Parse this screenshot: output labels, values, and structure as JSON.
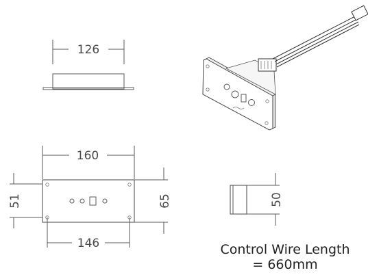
{
  "dimensions": {
    "top_width": "126",
    "front_width": "160",
    "front_height_left": "51",
    "front_height_right": "65",
    "hole_spacing": "146",
    "side_height": "50"
  },
  "note": {
    "line1": "Control Wire Length",
    "line2": "= 660mm"
  }
}
